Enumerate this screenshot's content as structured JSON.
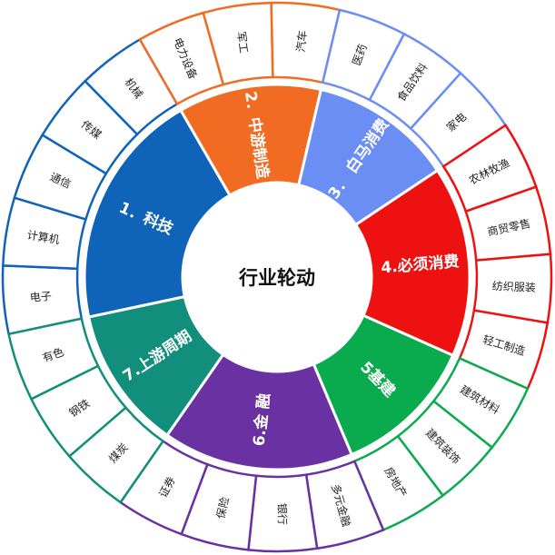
{
  "center": {
    "title": "行业轮动"
  },
  "sectors": [
    {
      "id": "keji",
      "label": "1．科技",
      "color": "#0f63b9",
      "industries": [
        "电子",
        "计算机",
        "通信",
        "传媒",
        "机械"
      ]
    },
    {
      "id": "zhongyou",
      "label": "2．中游制造",
      "color": "#f26b22",
      "industries": [
        "电力设备",
        "军工",
        "汽车"
      ]
    },
    {
      "id": "baima",
      "label": "3． 白马消费",
      "color": "#6b8ef5",
      "industries": [
        "医药",
        "食品饮料",
        "家电"
      ]
    },
    {
      "id": "bixu",
      "label": "4.必须消费",
      "color": "#ee1111",
      "industries": [
        "农林牧渔",
        "商贸零售",
        "纺织服装",
        "轻工制造"
      ]
    },
    {
      "id": "jijian",
      "label": "5基建",
      "color": "#0aab4e",
      "industries": [
        "建筑材料",
        "建筑装饰",
        "房地产"
      ]
    },
    {
      "id": "jinrong",
      "label": "6.金 融",
      "color": "#6a31a2",
      "industries": [
        "多元金融",
        "银行",
        "保险",
        "证券"
      ]
    },
    {
      "id": "shangyou",
      "label": "7.上游周期",
      "color": "#118f7c",
      "industries": [
        "煤炭",
        "钢铁",
        "有色"
      ]
    }
  ]
}
